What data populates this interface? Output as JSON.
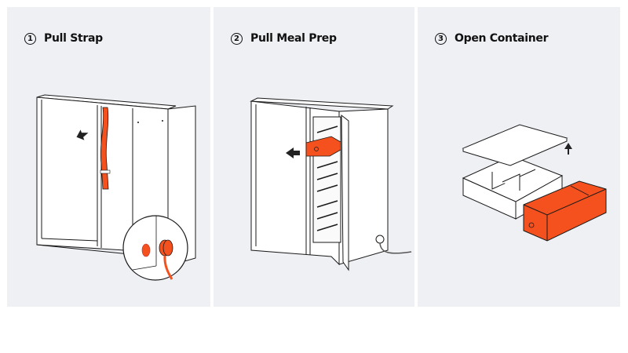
{
  "steps": [
    {
      "number": "1",
      "label": "Pull Strap",
      "icon": "cabinet-strap-illustration"
    },
    {
      "number": "2",
      "label": "Pull Meal Prep",
      "icon": "cabinet-drawer-illustration"
    },
    {
      "number": "3",
      "label": "Open Container",
      "icon": "container-open-illustration"
    }
  ],
  "colors": {
    "panel_bg": "#EFF0F4",
    "accent": "#F4511E",
    "line": "#1a1a1a"
  }
}
